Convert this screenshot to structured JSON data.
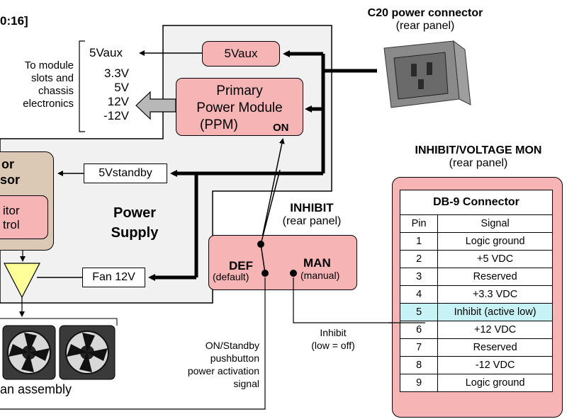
{
  "partial_title": "0:16]",
  "c20": {
    "title": "C20 power connector",
    "subtitle": "(rear panel)"
  },
  "left_labels": {
    "aux_out": "5Vaux",
    "to_module": [
      "To module",
      "slots and",
      "chassis",
      "electronics"
    ],
    "rails": [
      "3.3V",
      "5V",
      "12V",
      "-12V"
    ]
  },
  "boxes": {
    "aux": "5Vaux",
    "ppm": [
      "Primary",
      "Power Module",
      "(PPM)"
    ],
    "ppm_on": "ON",
    "standby": "5Vstandby",
    "fan12": "Fan 12V",
    "supply": [
      "Power",
      "Supply"
    ],
    "partial_left": [
      "or",
      "sor"
    ],
    "partial_monitor": [
      "itor",
      "trol"
    ]
  },
  "inhibit_switch": {
    "title": "INHIBIT",
    "subtitle": "(rear panel)",
    "def": "DEF",
    "def_sub": "(default)",
    "man": "MAN",
    "man_sub": "(manual)"
  },
  "inhibit_note": [
    "Inhibit",
    "(low = off)"
  ],
  "on_standby_note": [
    "ON/Standby",
    "pushbutton",
    "power activation",
    "signal"
  ],
  "fan_assembly": "an assembly",
  "mon_panel": {
    "title": "INHIBIT/VOLTAGE MON",
    "subtitle": "(rear panel)"
  },
  "db9": {
    "title": "DB-9 Connector",
    "col_pin": "Pin",
    "col_signal": "Signal",
    "rows": [
      {
        "pin": "1",
        "signal": "Logic ground"
      },
      {
        "pin": "2",
        "signal": "+5 VDC"
      },
      {
        "pin": "3",
        "signal": "Reserved"
      },
      {
        "pin": "4",
        "signal": "+3.3 VDC"
      },
      {
        "pin": "5",
        "signal": "Inhibit (active low)"
      },
      {
        "pin": "6",
        "signal": "+12 VDC"
      },
      {
        "pin": "7",
        "signal": "Reserved"
      },
      {
        "pin": "8",
        "signal": "-12 VDC"
      },
      {
        "pin": "9",
        "signal": "Logic ground"
      }
    ],
    "highlight_row": 4
  },
  "colors": {
    "pink": "#f7b4b4",
    "panel_gray": "#f1f1f1",
    "tan": "#dcc9b5",
    "highlight": "#c8f3f6",
    "triangle": "#ffff99"
  }
}
